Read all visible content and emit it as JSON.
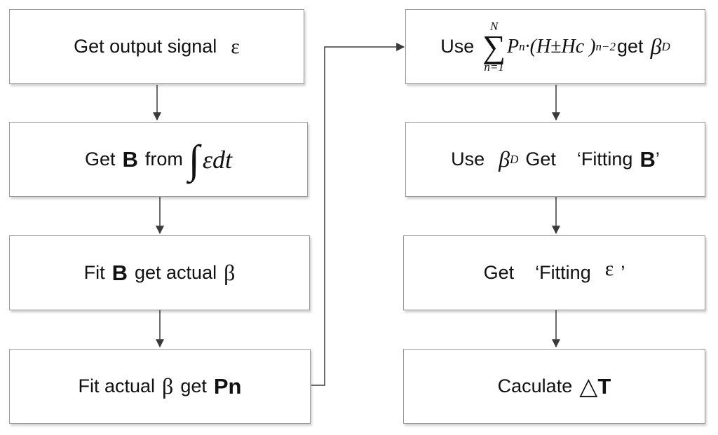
{
  "diagram": {
    "boxes": {
      "b1": {
        "text": "Get output signal",
        "symbol": "ε"
      },
      "b2": {
        "pre": "Get",
        "bold": "B",
        "mid": "from",
        "integral": "∫",
        "integrand": "εdt"
      },
      "b3": {
        "pre": "Fit",
        "bold": "B",
        "post": "get actual",
        "symbol": "β"
      },
      "b4": {
        "pre": "Fit actual",
        "symbol": "β",
        "post": "get",
        "bold": "Pn"
      },
      "b5": {
        "pre": "Use",
        "sum_symbol": "∑",
        "sum_upper": "N",
        "sum_lower": "n=1",
        "term_main": "P",
        "term_sub": "n",
        "term_rest": "·(H±Hc )",
        "term_sup": "n−2",
        "post": "get",
        "result": "β",
        "result_sub": "D"
      },
      "b6": {
        "pre": "Use",
        "symbol": "β",
        "symbol_sub": "D",
        "mid": "Get",
        "quote_open": "‘Fitting",
        "bold": "B",
        "quote_close": "’"
      },
      "b7": {
        "pre": "Get",
        "quote_open": "‘Fitting",
        "symbol": "ε",
        "quote_close": "’"
      },
      "b8": {
        "pre": "Caculate",
        "delta": "△",
        "bold": "T"
      }
    }
  }
}
